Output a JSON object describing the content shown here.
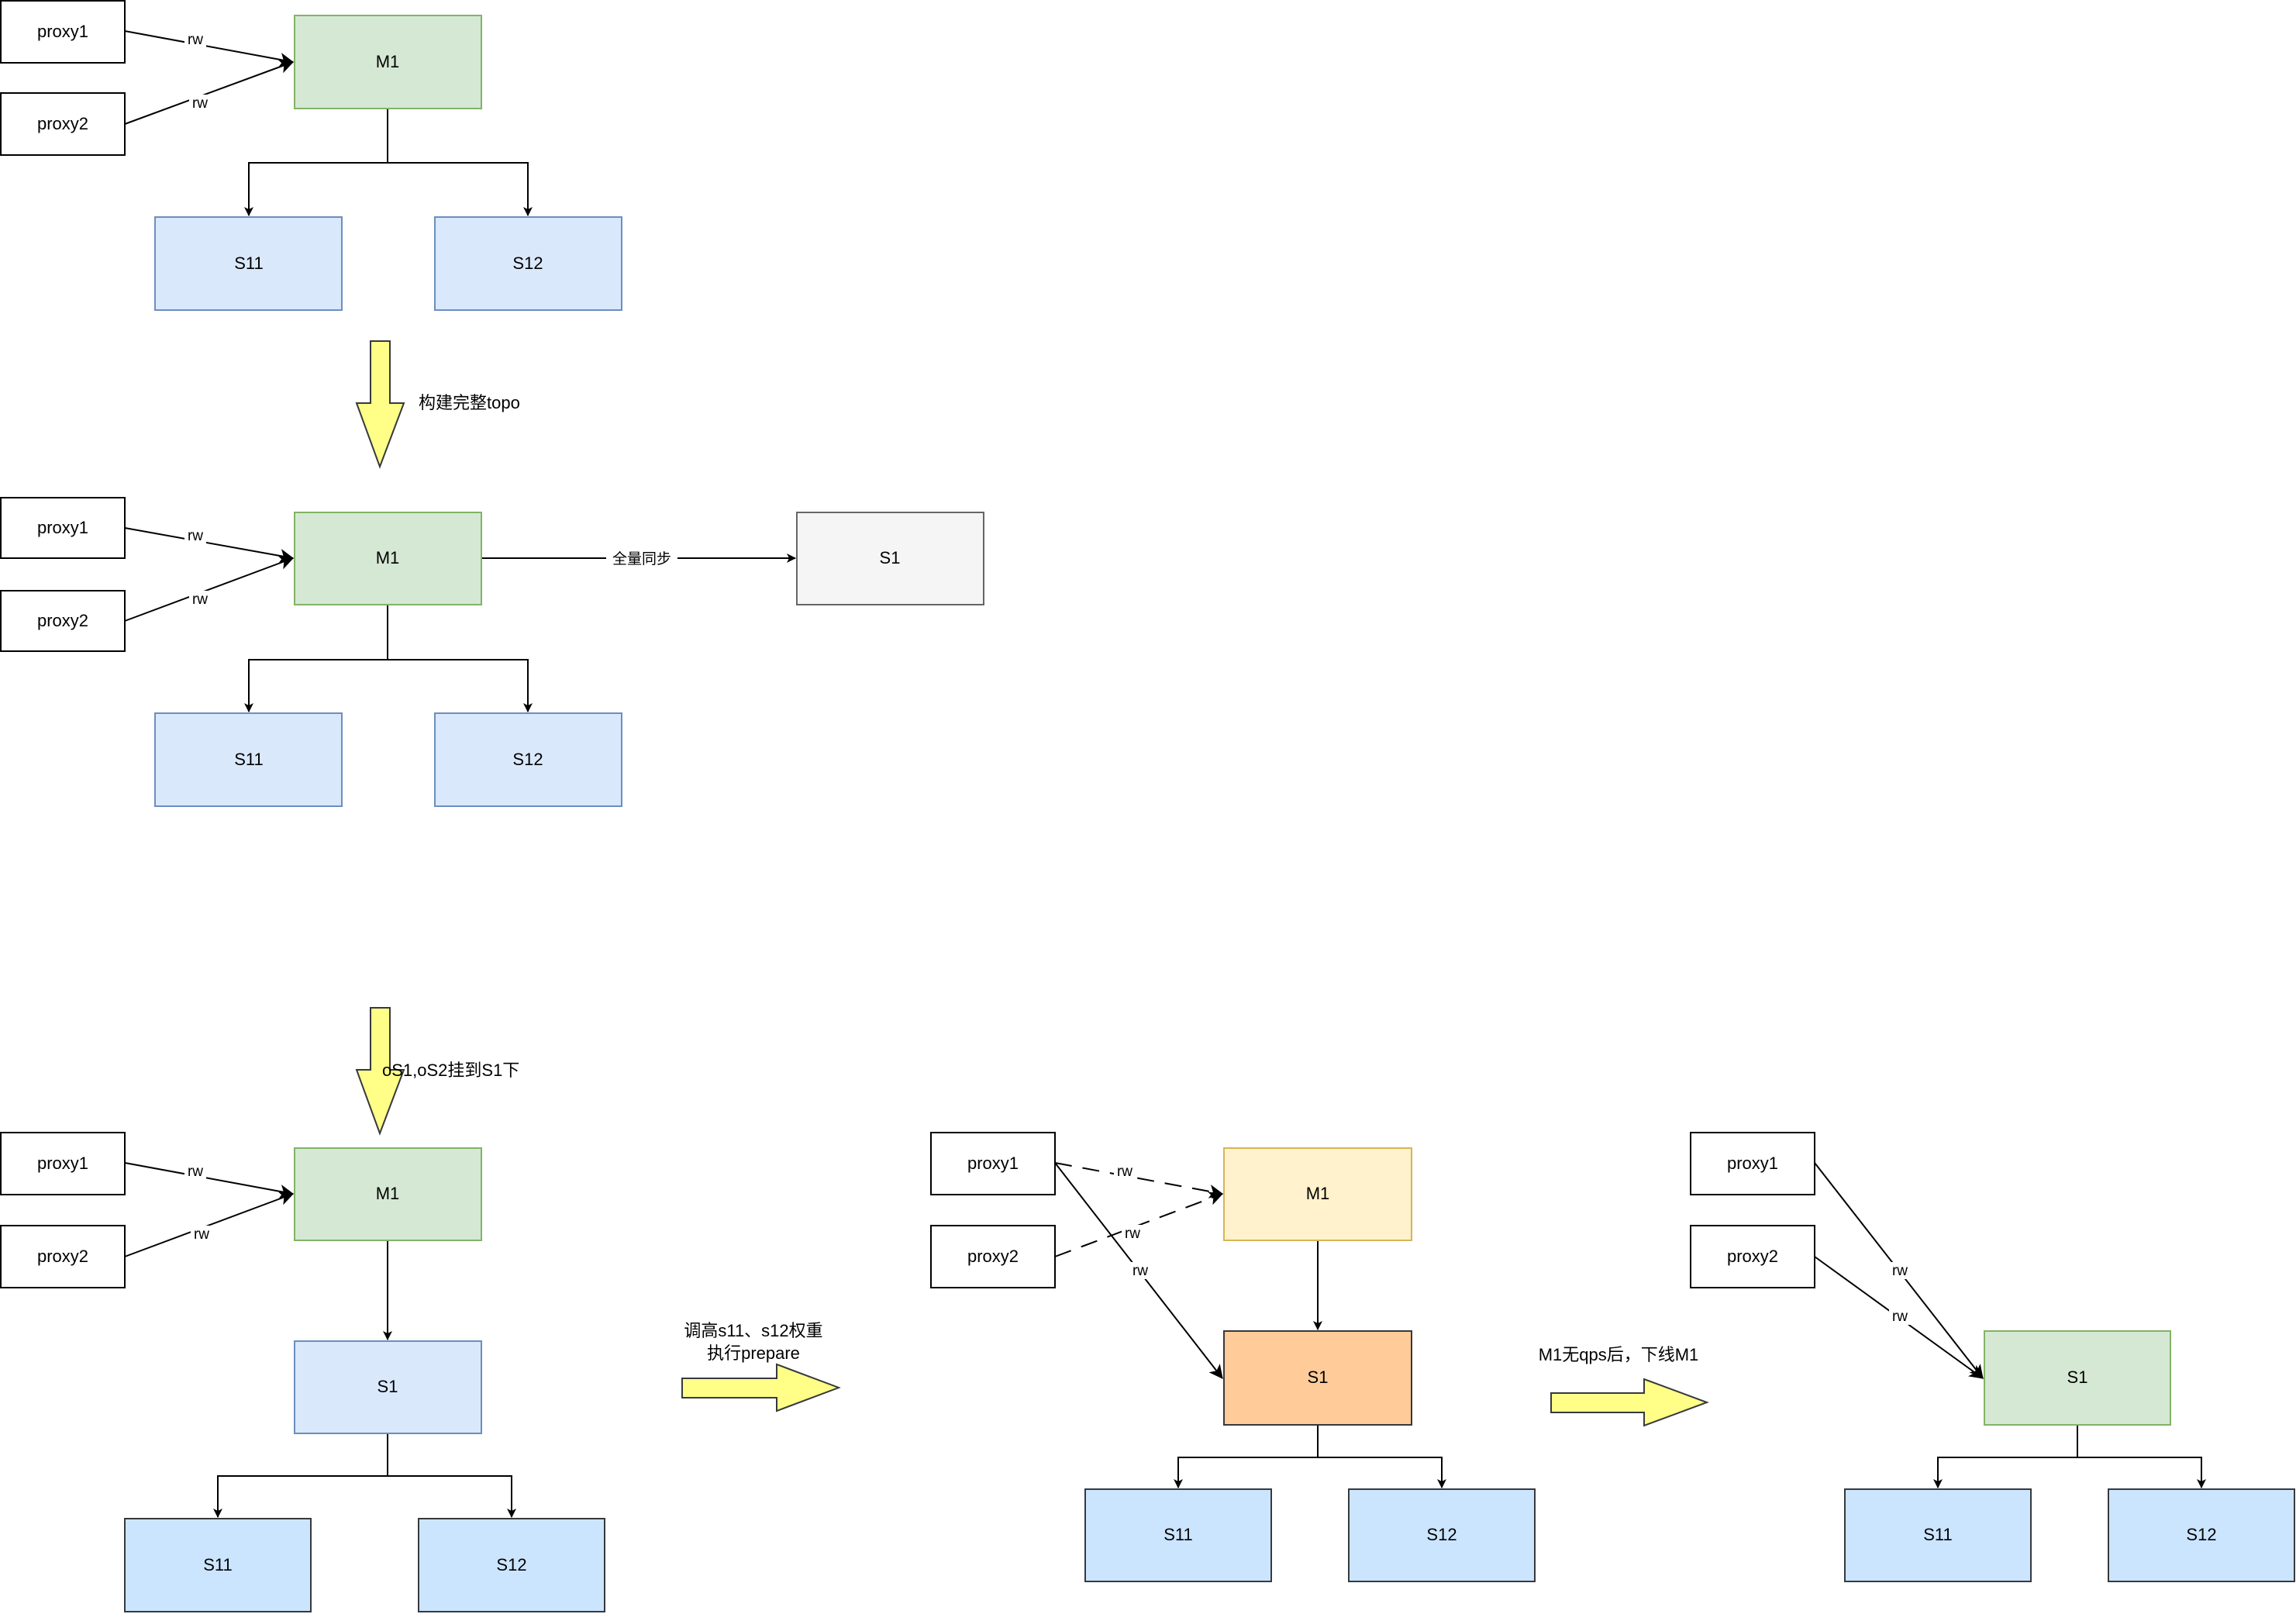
{
  "colors": {
    "proxy_fill": "#ffffff",
    "proxy_stroke": "#000000",
    "green_fill": "#d5e8d4",
    "green_stroke": "#82b366",
    "blue_fill": "#dae8fc",
    "blue_stroke": "#6c8ebf",
    "lightblue_fill": "#cce5ff",
    "dark_stroke": "#36393d",
    "gray_fill": "#f5f5f5",
    "gray_stroke": "#666666",
    "yellow_fill": "#fff2cc",
    "yellow_stroke": "#d6b656",
    "orange_fill": "#ffcc99",
    "arrow_fill": "#ffff88",
    "arrow_stroke": "#36393d"
  },
  "stages": [
    {
      "name": "initial-topology",
      "nodes": {
        "proxy1": "proxy1",
        "proxy2": "proxy2",
        "m1": "M1",
        "s11": "S11",
        "s12": "S12"
      },
      "edge_labels": {
        "proxy1_m1": "rw",
        "proxy2_m1": "rw"
      }
    },
    {
      "name": "build-full-topo",
      "nodes": {
        "proxy1": "proxy1",
        "proxy2": "proxy2",
        "m1": "M1",
        "s1": "S1",
        "s11": "S11",
        "s12": "S12"
      },
      "edge_labels": {
        "proxy1_m1": "rw",
        "proxy2_m1": "rw",
        "m1_s1": "全量同步"
      }
    },
    {
      "name": "attach-to-s1",
      "nodes": {
        "proxy1": "proxy1",
        "proxy2": "proxy2",
        "m1": "M1",
        "s1": "S1",
        "s11": "S11",
        "s12": "S12"
      },
      "edge_labels": {
        "proxy1_m1": "rw",
        "proxy2_m1": "rw"
      }
    },
    {
      "name": "prepare",
      "nodes": {
        "proxy1": "proxy1",
        "proxy2": "proxy2",
        "m1": "M1",
        "s1": "S1",
        "s11": "S11",
        "s12": "S12"
      },
      "edge_labels": {
        "proxy1_m1": "rw",
        "proxy2_m1": "rw",
        "proxy1_s1": "rw"
      }
    },
    {
      "name": "final",
      "nodes": {
        "proxy1": "proxy1",
        "proxy2": "proxy2",
        "s1": "S1",
        "s11": "S11",
        "s12": "S12"
      },
      "edge_labels": {
        "proxy1_s1": "rw",
        "proxy2_s1": "rw"
      }
    }
  ],
  "transitions": {
    "t1": "构建完整topo",
    "t2": "oS1,oS2挂到S1下",
    "t3_line1": "调高s11、s12权重",
    "t3_line2": "执行prepare",
    "t4": "M1无qps后，下线M1"
  }
}
